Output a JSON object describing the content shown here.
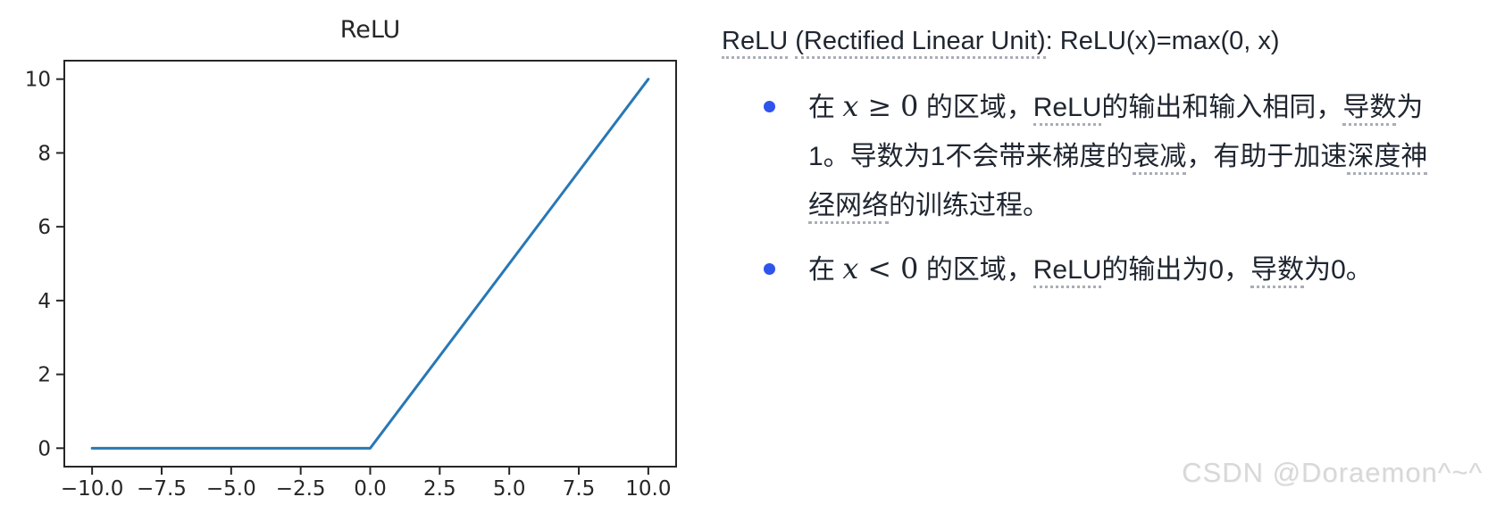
{
  "chart_data": {
    "type": "line",
    "title": "ReLU",
    "xlabel": "",
    "ylabel": "",
    "grid": false,
    "legend": "none",
    "xlim": [
      -11,
      11
    ],
    "ylim": [
      -0.5,
      10.5
    ],
    "xtick_values": [
      -10,
      -7.5,
      -5,
      -2.5,
      0,
      2.5,
      5,
      7.5,
      10
    ],
    "xtick_labels": [
      "−10.0",
      "−7.5",
      "−5.0",
      "−2.5",
      "0.0",
      "2.5",
      "5.0",
      "7.5",
      "10.0"
    ],
    "ytick_values": [
      0,
      2,
      4,
      6,
      8,
      10
    ],
    "ytick_labels": [
      "0",
      "2",
      "4",
      "6",
      "8",
      "10"
    ],
    "series": [
      {
        "name": "ReLU",
        "x": [
          -10,
          0,
          10
        ],
        "y": [
          0,
          0,
          10
        ]
      }
    ],
    "line_color": "#2878b5",
    "axis_color": "#262626"
  },
  "panel": {
    "bullet_color": "#2f54eb",
    "heading_segments": [
      {
        "t": "ReLU",
        "s": "d"
      },
      {
        "t": " ",
        "s": "p"
      },
      {
        "t": "(Rectified Linear Unit)",
        "s": "d"
      },
      {
        "t": ": ReLU(x)=max(0, x)",
        "s": "p"
      }
    ],
    "bullets": [
      {
        "lines": [
          [
            {
              "t": "在 ",
              "s": "p"
            },
            {
              "t": "x",
              "s": "mi"
            },
            {
              "t": " ≥ 0",
              "s": "mn"
            },
            {
              "t": " 的区域，",
              "s": "p"
            },
            {
              "t": "ReLU",
              "s": "d"
            },
            {
              "t": "的输出和输入相同，",
              "s": "p"
            },
            {
              "t": "导数",
              "s": "d"
            },
            {
              "t": "为",
              "s": "p"
            }
          ],
          [
            {
              "t": "1。导数为1不会带来梯度的",
              "s": "p"
            },
            {
              "t": "衰减",
              "s": "d"
            },
            {
              "t": "，有助于加速",
              "s": "p"
            },
            {
              "t": "深度神",
              "s": "d"
            }
          ],
          [
            {
              "t": "经网络",
              "s": "d"
            },
            {
              "t": "的训练过程。",
              "s": "p"
            }
          ]
        ]
      },
      {
        "lines": [
          [
            {
              "t": "在 ",
              "s": "p"
            },
            {
              "t": "x",
              "s": "mi"
            },
            {
              "t": " < 0",
              "s": "mn"
            },
            {
              "t": " 的区域，",
              "s": "p"
            },
            {
              "t": "ReLU",
              "s": "d"
            },
            {
              "t": "的输出为0，",
              "s": "p"
            },
            {
              "t": "导数",
              "s": "d"
            },
            {
              "t": "为0。",
              "s": "p"
            }
          ]
        ]
      }
    ]
  },
  "watermark": {
    "text": "CSDN @Doraemon^~^"
  }
}
